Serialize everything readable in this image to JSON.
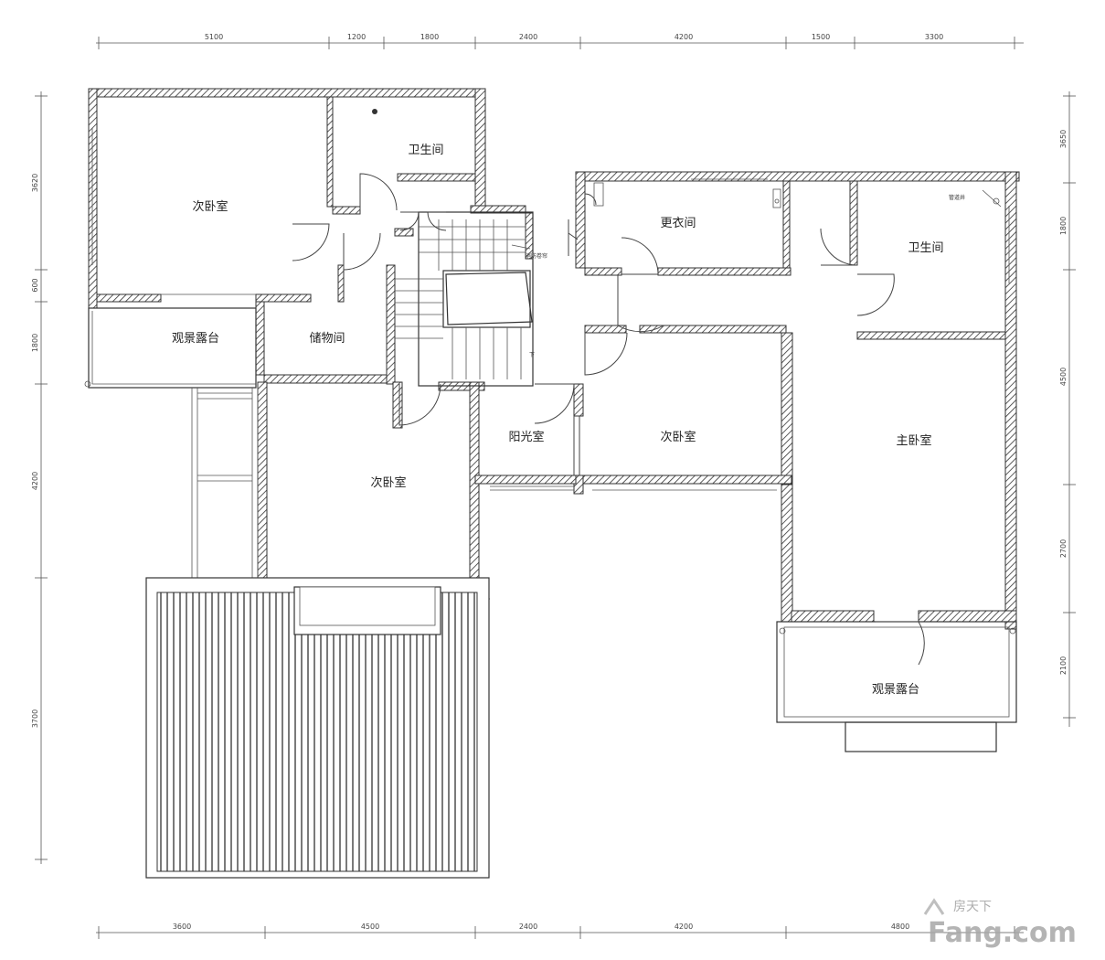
{
  "dimensions": {
    "top": [
      "5100",
      "1200",
      "1800",
      "2400",
      "4200",
      "1500",
      "3300"
    ],
    "bottom": [
      "3600",
      "4500",
      "2400",
      "4200",
      "4800"
    ],
    "left": [
      "3620",
      "600",
      "1800",
      "4200",
      "3700"
    ],
    "right": [
      "3650",
      "1800",
      "4500",
      "2700",
      "2100"
    ]
  },
  "rooms": {
    "bedroom_nw": "次卧室",
    "bath_n": "卫生间",
    "terrace_w": "观景露台",
    "storage": "储物间",
    "closet": "更衣间",
    "bath_e": "卫生间",
    "sunroom": "阳光室",
    "bedroom_mid": "次卧室",
    "master": "主卧室",
    "bedroom_sw": "次卧室",
    "terrace_se": "观景露台"
  },
  "notes": {
    "stair_note": "消防卷帘",
    "stair_down": "下",
    "bath_note": "管道井"
  },
  "watermark": {
    "brand": "Fang.com",
    "cn": "房天下"
  }
}
